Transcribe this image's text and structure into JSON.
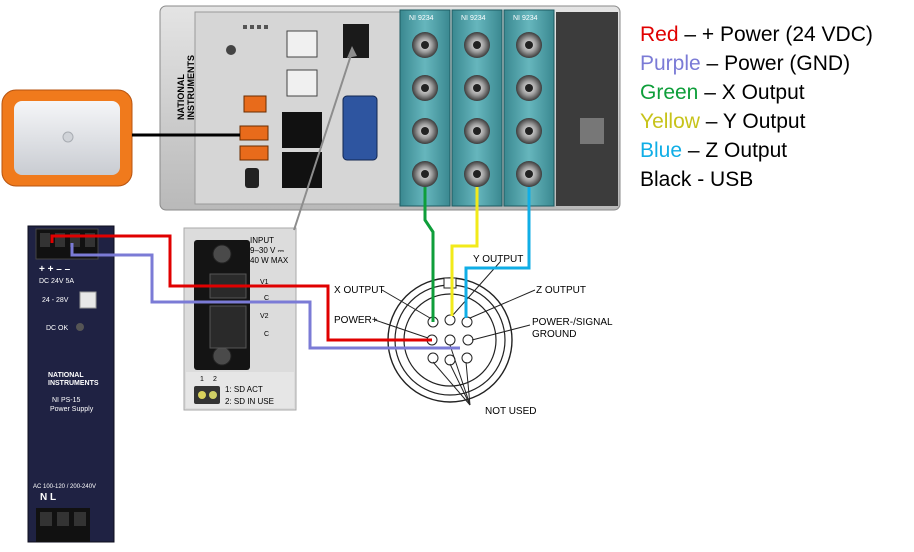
{
  "legend": {
    "items": [
      {
        "color_word": "Red",
        "color": "#e00000",
        "sep": " – ",
        "text": "+ Power (24 VDC)"
      },
      {
        "color_word": "Purple",
        "color": "#7b7bd6",
        "sep": " – ",
        "text": "Power (GND)"
      },
      {
        "color_word": "Green",
        "color": "#0e9e3a",
        "sep": " – ",
        "text": "X Output"
      },
      {
        "color_word": "Yellow",
        "color": "#c7c31b",
        "sep": " – ",
        "text": "Y Output"
      },
      {
        "color_word": "Blue",
        "color": "#10aee6",
        "sep": " – ",
        "text": "Z Output"
      },
      {
        "color_word": "Black",
        "color": "#000000",
        "sep": " - ",
        "text": "USB"
      }
    ]
  },
  "chassis": {
    "module_label": "NI 9234",
    "brand_line1": "NATIONAL",
    "brand_line2": "INSTRUMENTS"
  },
  "power_connector": {
    "input_label": "INPUT",
    "voltage_range": "9–30 V ⎓",
    "max_power": "40 W MAX",
    "v1": "V1",
    "c1": "C",
    "v2": "V2",
    "c2": "C",
    "led1": "1",
    "led2": "2",
    "led1_text": "1: SD ACT",
    "led2_text": "2: SD IN USE"
  },
  "power_supply": {
    "terminal_signs": "+  +  –  –",
    "rating": "DC 24V  5A",
    "adj_label": "24 - 28V",
    "dc_ok": "DC OK",
    "brand_line1": "NATIONAL",
    "brand_line2": "INSTRUMENTS",
    "model": "NI PS-15",
    "model_sub": "Power Supply",
    "ac_rating": "AC 100-120 / 200-240V",
    "ac_terms": "N   L"
  },
  "sensor_connector": {
    "x_output": "X OUTPUT",
    "y_output": "Y OUTPUT",
    "z_output": "Z OUTPUT",
    "power_plus": "POWER+",
    "power_minus": "POWER-/SIGNAL",
    "ground": "GROUND",
    "not_used": "NOT USED"
  },
  "wire_colors": {
    "red": "#e00000",
    "purple": "#7b7bd6",
    "green": "#0e9e3a",
    "yellow": "#f2ea1a",
    "blue": "#10aee6",
    "black": "#000000",
    "drive_orange": "#f07a1c",
    "psu_blue": "#1f2243",
    "module_teal": "#4a9fa8"
  }
}
